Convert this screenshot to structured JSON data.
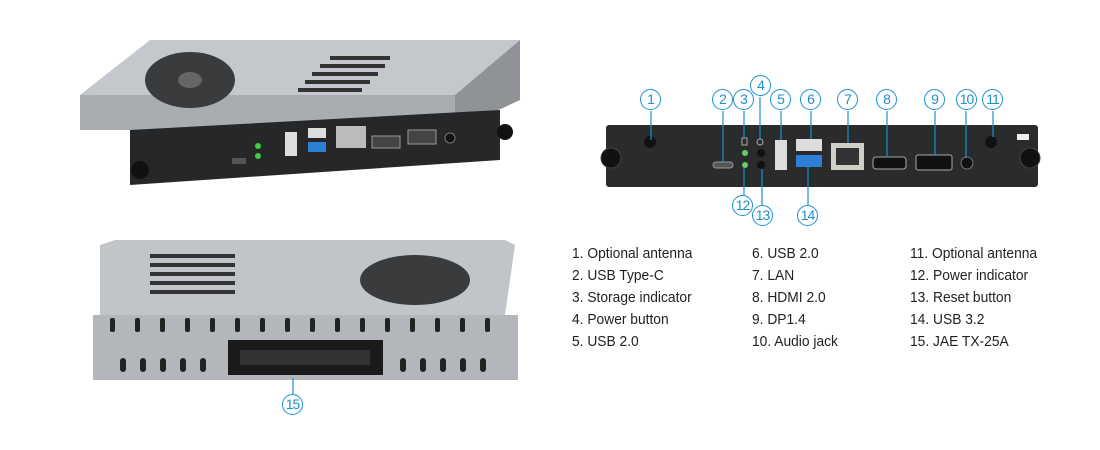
{
  "callouts": [
    "1",
    "2",
    "3",
    "4",
    "5",
    "6",
    "7",
    "8",
    "9",
    "10",
    "11",
    "12",
    "13",
    "14",
    "15"
  ],
  "legend": {
    "col1": [
      "1. Optional antenna",
      "2. USB Type-C",
      "3. Storage indicator",
      "4. Power button",
      "5. USB 2.0"
    ],
    "col2": [
      "6. USB 2.0",
      "7. LAN",
      "8. HDMI 2.0",
      "9. DP1.4",
      "10. Audio jack"
    ],
    "col3": [
      "11. Optional antenna",
      "12. Power indicator",
      "13. Reset button",
      "14. USB 3.2",
      "15. JAE TX-25A"
    ]
  },
  "colors": {
    "accent": "#1e8fd0",
    "chassis": "#b9bcc0",
    "panel": "#2a2b2d"
  }
}
